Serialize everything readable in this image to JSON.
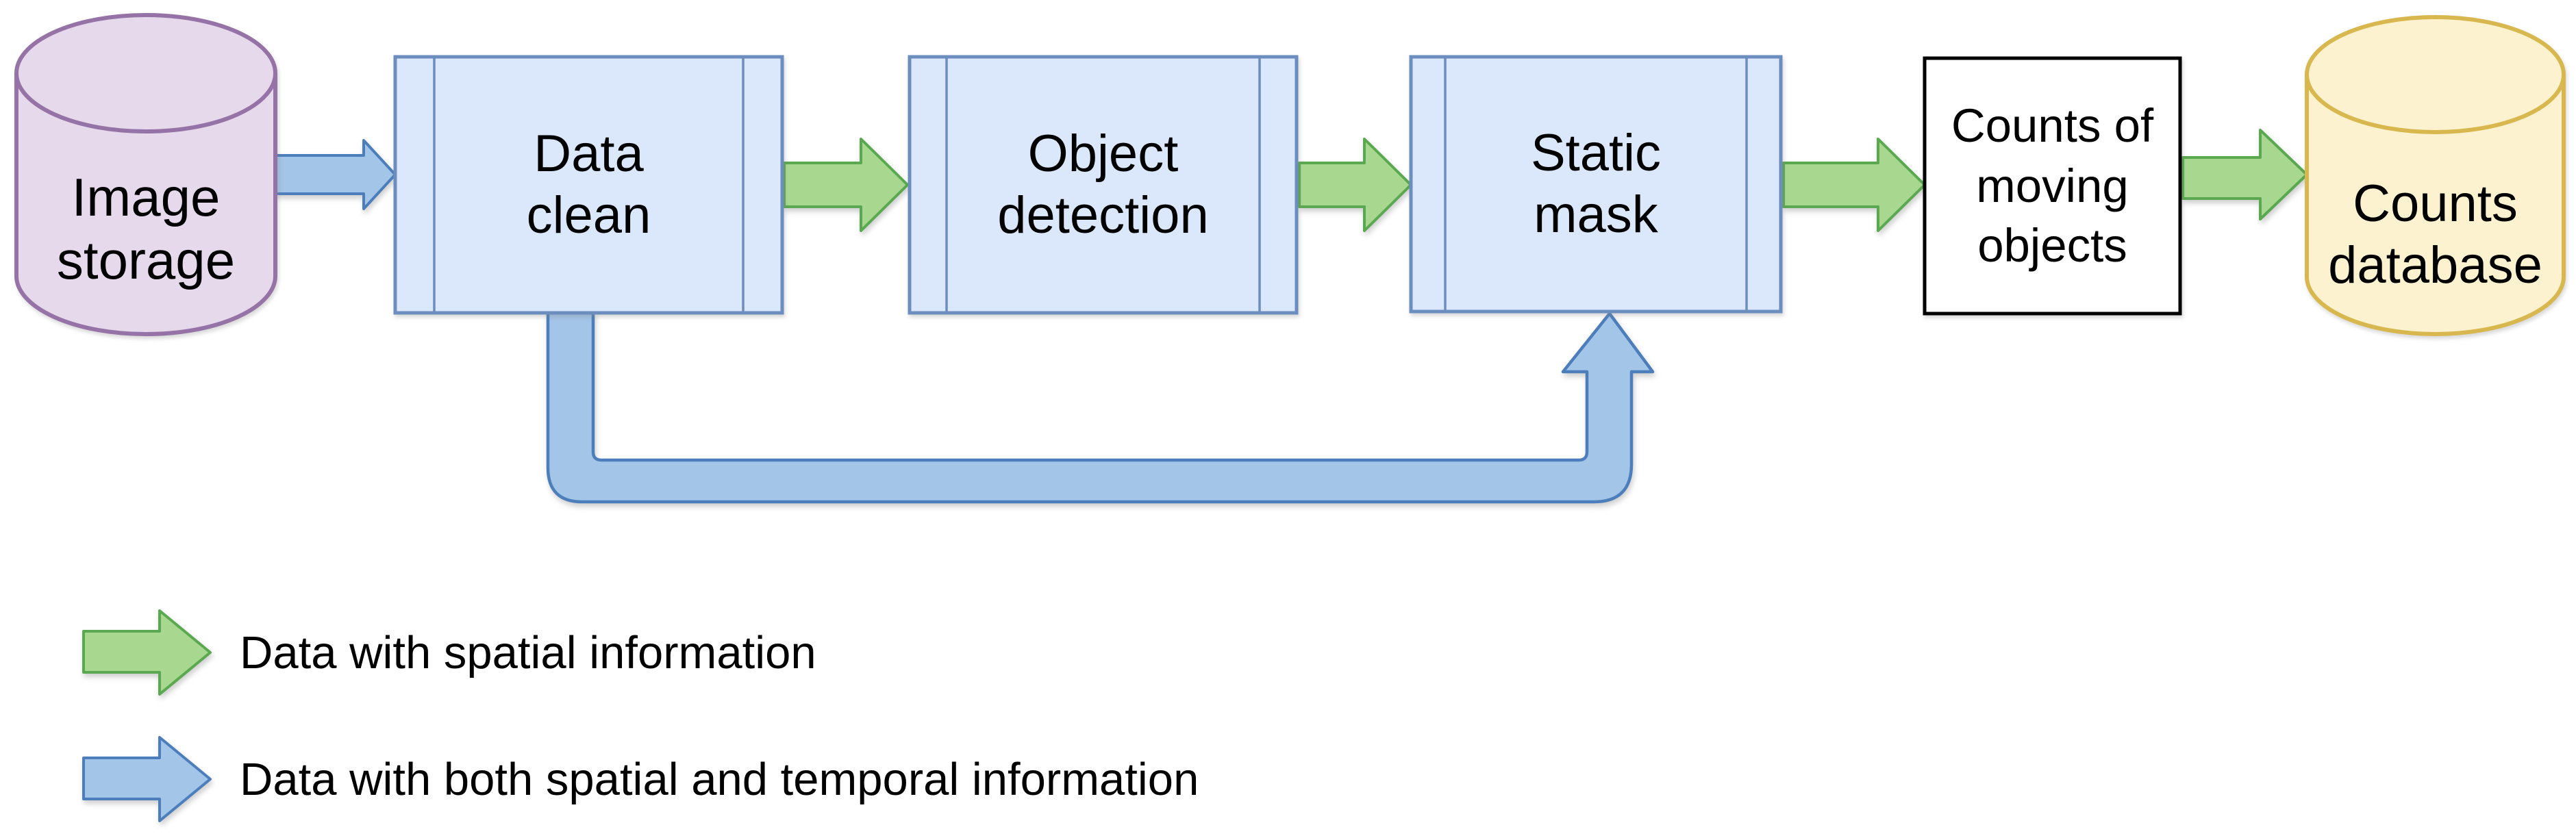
{
  "diagram": {
    "background": "#ffffff",
    "nodes": {
      "image_storage": {
        "label": "Image\nstorage",
        "shape": "cylinder",
        "fill": "#e6d9ec",
        "stroke": "#9673a6"
      },
      "data_clean": {
        "label": "Data\nclean",
        "shape": "predefined-process",
        "fill": "#dbe8fb",
        "stroke": "#6c8ebf"
      },
      "object_detection": {
        "label": "Object\ndetection",
        "shape": "predefined-process",
        "fill": "#dbe8fb",
        "stroke": "#6c8ebf"
      },
      "static_mask": {
        "label": "Static\nmask",
        "shape": "predefined-process",
        "fill": "#dbe8fb",
        "stroke": "#6c8ebf"
      },
      "counts_of_moving_objects": {
        "label": "Counts of\nmoving\nobjects",
        "shape": "rectangle",
        "fill": "#ffffff",
        "stroke": "#000000"
      },
      "counts_database": {
        "label": "Counts\ndatabase",
        "shape": "cylinder",
        "fill": "#fdf2cf",
        "stroke": "#d8b84e"
      }
    },
    "edges": [
      {
        "from": "image_storage",
        "to": "data_clean",
        "color": "blue",
        "meaning": "data with both spatial and temporal information"
      },
      {
        "from": "data_clean",
        "to": "object_detection",
        "color": "green",
        "meaning": "data with spatial information"
      },
      {
        "from": "object_detection",
        "to": "static_mask",
        "color": "green",
        "meaning": "data with spatial information"
      },
      {
        "from": "static_mask",
        "to": "counts_of_moving_objects",
        "color": "green",
        "meaning": "data with spatial information"
      },
      {
        "from": "counts_of_moving_objects",
        "to": "counts_database",
        "color": "green",
        "meaning": "data with spatial information"
      },
      {
        "from": "data_clean",
        "to": "static_mask",
        "color": "blue",
        "route": "loop-below",
        "meaning": "data with both spatial and temporal information"
      }
    ],
    "arrow_colors": {
      "green": {
        "fill": "#a8d890",
        "stroke": "#5aa84f"
      },
      "blue": {
        "fill": "#a2c5e8",
        "stroke": "#4d7ebc"
      }
    },
    "legend": {
      "items": [
        {
          "icon": "green-block-arrow",
          "label": "Data with spatial information"
        },
        {
          "icon": "blue-block-arrow",
          "label": "Data with both spatial and temporal information"
        }
      ]
    }
  }
}
